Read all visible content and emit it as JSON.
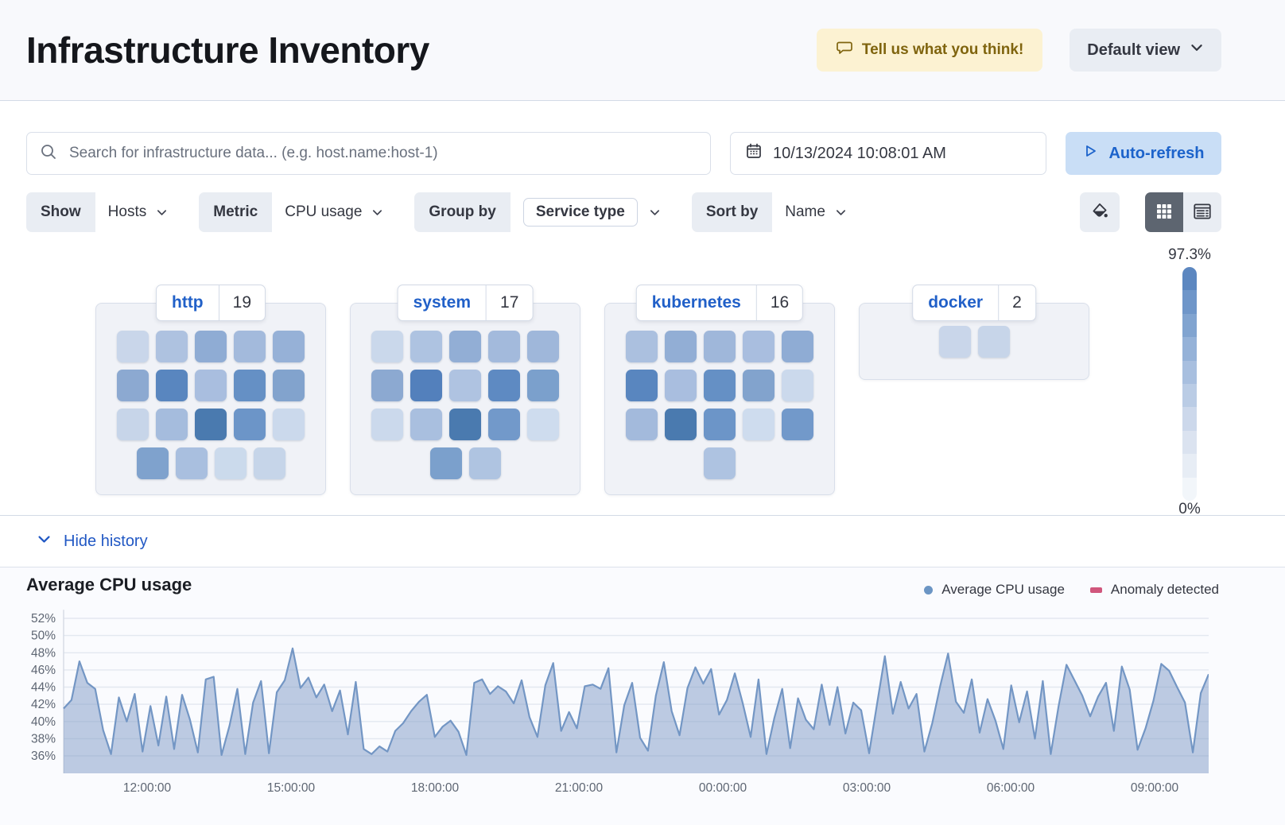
{
  "header": {
    "title": "Infrastructure Inventory",
    "feedback_label": "Tell us what you think!",
    "view_label": "Default view"
  },
  "toolbar": {
    "search_placeholder": "Search for infrastructure data... (e.g. host.name:host-1)",
    "datetime": "10/13/2024 10:08:01 AM",
    "auto_refresh_label": "Auto-refresh",
    "filters": [
      {
        "label": "Show",
        "value": "Hosts"
      },
      {
        "label": "Metric",
        "value": "CPU usage"
      },
      {
        "label": "Group by",
        "value": "Service type"
      },
      {
        "label": "Sort by",
        "value": "Name"
      }
    ]
  },
  "waffle": {
    "groups": [
      {
        "name": "http",
        "count": "19",
        "rows": [
          [
            "#C9D6EA",
            "#AEC2E0",
            "#8FACD4",
            "#A3BADC",
            "#96B1D7"
          ],
          [
            "#8CA9D1",
            "#5986BF",
            "#A9BEDF",
            "#6590C5",
            "#82A3CD"
          ],
          [
            "#C7D5E9",
            "#A5BCDD",
            "#4A7AAF",
            "#6C95C8",
            "#CBD9EC"
          ],
          [
            "#7FA2CD",
            "#A9BFDF",
            "#CBDAEC",
            "#C6D5E9"
          ]
        ]
      },
      {
        "name": "system",
        "count": "17",
        "rows": [
          [
            "#CAD8EB",
            "#AEC3E1",
            "#92AED5",
            "#A3BADC",
            "#9FB7DA"
          ],
          [
            "#8CA9D1",
            "#5380BC",
            "#AFC3E1",
            "#5E8AC2",
            "#7BA0CC"
          ],
          [
            "#CBD9EC",
            "#A9BFDF",
            "#4A7AAF",
            "#7299CA",
            "#CEDCEE"
          ],
          [
            "#7BA0CC",
            "#AFC4E1"
          ]
        ]
      },
      {
        "name": "kubernetes",
        "count": "16",
        "rows": [
          [
            "#ABC0DF",
            "#92AED5",
            "#9FB7DA",
            "#A9BEDF",
            "#8FACD4"
          ],
          [
            "#5986BF",
            "#A9BEDF",
            "#6590C5",
            "#82A3CD",
            "#CBD9EC"
          ],
          [
            "#A3BADC",
            "#4A7AAF",
            "#6C95C8",
            "#CEDCEE",
            "#7299CA"
          ],
          [
            "#AEC3E1"
          ]
        ]
      },
      {
        "name": "docker",
        "count": "2",
        "rows": [
          [
            "#C9D6EA",
            "#C7D5E9"
          ]
        ]
      }
    ],
    "scale": {
      "max_label": "97.3%",
      "min_label": "0%",
      "colors": [
        "#5C87C0",
        "#6F96C9",
        "#81A4D0",
        "#95B2D8",
        "#A8BFDF",
        "#BACCE5",
        "#CCD8EB",
        "#DBE3F0",
        "#E7EDF5",
        "#F2F6FA"
      ]
    }
  },
  "history": {
    "toggle_label": "Hide history"
  },
  "chart_data": {
    "type": "area",
    "title": "Average CPU usage",
    "legend": [
      {
        "label": "Average CPU usage",
        "color": "#6B95C4",
        "marker": "dot"
      },
      {
        "label": "Anomaly detected",
        "color": "#D0567C",
        "marker": "dash"
      }
    ],
    "grid": true,
    "legend_position": "top-right",
    "ylim": [
      34,
      53
    ],
    "y_ticks": [
      52,
      50,
      48,
      46,
      44,
      42,
      40,
      38,
      36
    ],
    "y_tick_labels": [
      "52%",
      "50%",
      "48%",
      "46%",
      "44%",
      "42%",
      "40%",
      "38%",
      "36%"
    ],
    "x_ticks": [
      {
        "label": "12:00:00",
        "frac": 0.0729
      },
      {
        "label": "15:00:00",
        "frac": 0.1986
      },
      {
        "label": "18:00:00",
        "frac": 0.3243
      },
      {
        "label": "21:00:00",
        "frac": 0.45
      },
      {
        "label": "00:00:00",
        "frac": 0.5757
      },
      {
        "label": "03:00:00",
        "frac": 0.7014
      },
      {
        "label": "06:00:00",
        "frac": 0.8271
      },
      {
        "label": "09:00:00",
        "frac": 0.9528
      }
    ],
    "line_color": "#7396C4",
    "fill_color": "rgba(125,153,198,0.5)",
    "series": [
      {
        "name": "Average CPU usage",
        "values": [
          41.5,
          42.5,
          47.0,
          44.5,
          43.8,
          39.0,
          36.2,
          42.8,
          40.0,
          43.2,
          36.5,
          41.8,
          37.2,
          42.9,
          36.8,
          43.1,
          40.2,
          36.4,
          44.9,
          45.2,
          36.1,
          39.5,
          43.8,
          36.2,
          42.2,
          44.7,
          36.3,
          43.4,
          44.8,
          48.5,
          43.9,
          45.1,
          42.8,
          44.3,
          41.2,
          43.6,
          38.5,
          44.6,
          36.8,
          36.2,
          37.1,
          36.5,
          38.9,
          39.8,
          41.2,
          42.3,
          43.1,
          38.2,
          39.4,
          40.1,
          38.8,
          36.1,
          44.5,
          44.9,
          43.2,
          44.1,
          43.5,
          42.1,
          44.8,
          40.5,
          38.2,
          44.2,
          46.8,
          38.9,
          41.1,
          39.2,
          44.1,
          44.3,
          43.8,
          46.2,
          36.4,
          41.9,
          44.5,
          38.1,
          36.6,
          43.0,
          46.9,
          41.2,
          38.4,
          43.9,
          46.3,
          44.4,
          46.1,
          40.8,
          42.5,
          45.6,
          42.1,
          38.2,
          44.9,
          36.2,
          40.4,
          43.8,
          36.9,
          42.7,
          40.2,
          39.1,
          44.3,
          39.6,
          44.0,
          38.6,
          42.2,
          41.3,
          36.3,
          42.0,
          47.6,
          40.9,
          44.6,
          41.5,
          43.2,
          36.5,
          39.8,
          44.1,
          47.9,
          42.3,
          41.0,
          44.9,
          38.7,
          42.6,
          40.1,
          36.8,
          44.2,
          39.9,
          43.5,
          38.0,
          44.7,
          36.2,
          41.8,
          46.6,
          44.8,
          43.0,
          40.6,
          42.9,
          44.5,
          38.9,
          46.4,
          43.7,
          36.7,
          39.2,
          42.4,
          46.7,
          45.9,
          44.0,
          42.2,
          36.4,
          43.3,
          45.5
        ]
      }
    ]
  }
}
